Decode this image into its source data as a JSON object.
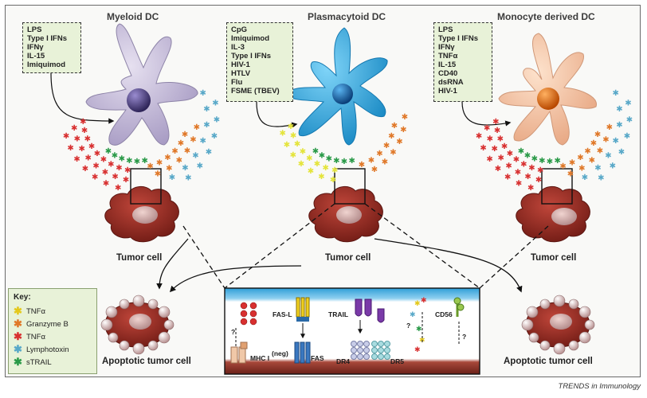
{
  "titles": {
    "myeloid": "Myeloid DC",
    "plasmacytoid": "Plasmacytoid DC",
    "monocyte": "Monocyte derived DC"
  },
  "stimuli": {
    "myeloid": [
      "LPS",
      "Type I IFNs",
      "IFNγ",
      "IL-15",
      "Imiquimod"
    ],
    "plasmacytoid": [
      "CpG",
      "Imiquimod",
      "IL-3",
      "Type I IFNs",
      "HIV-1",
      "HTLV",
      "Flu",
      "FSME (TBEV)"
    ],
    "monocyte": [
      "LPS",
      "Type I IFNs",
      "IFNγ",
      "TNFα",
      "IL-15",
      "CD40",
      "dsRNA",
      "HIV-1"
    ]
  },
  "labels": {
    "tumor_cell": "Tumor cell",
    "apoptotic": "Apoptotic tumor cell"
  },
  "key": {
    "title": "Key:",
    "items": [
      {
        "label": "TNFα",
        "color": "#e4e43a"
      },
      {
        "label": "Granzyme B",
        "color": "#e07828"
      },
      {
        "label": "TNFα",
        "color": "#d83030"
      },
      {
        "label": "Lymphotoxin",
        "color": "#58a8c8"
      },
      {
        "label": "sTRAIL",
        "color": "#2a9a48"
      }
    ]
  },
  "receptors": {
    "fasl": "FAS-L",
    "trail": "TRAIL",
    "cd56": "CD56",
    "fas": "FAS",
    "dr4": "DR4",
    "dr5": "DR5",
    "mhc": "MHC I",
    "mhc_sup": "(neg)",
    "q": "?"
  },
  "footer": "TRENDS in Immunology",
  "colors": {
    "myeloid_cell": "#c4bcd8",
    "myeloid_nucleus": "#4a3e7c",
    "plasmacytoid_cell": "#2ea8dc",
    "plasmacytoid_nucleus": "#0f5ea0",
    "monocyte_cell": "#f4c4a4",
    "monocyte_nucleus": "#e86a10",
    "tumor": "#9a2a22",
    "synapse_top": "#3aa8e0",
    "synapse_bottom": "#7a2a20"
  }
}
